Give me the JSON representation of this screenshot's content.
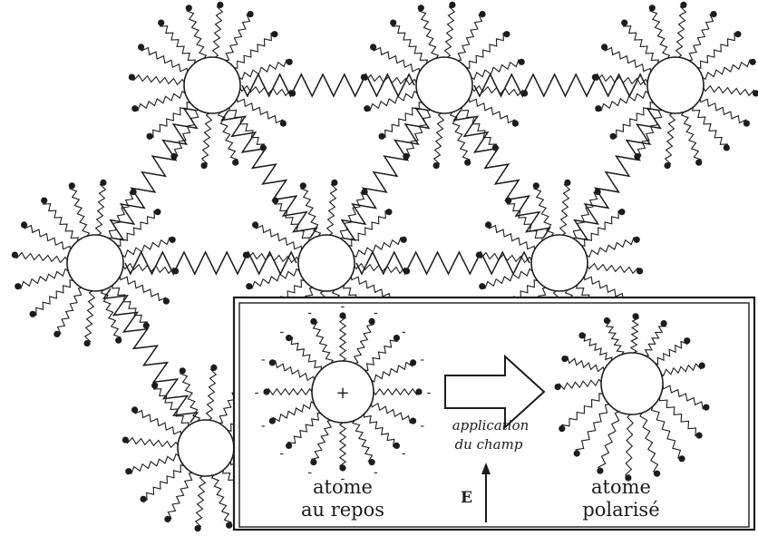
{
  "colors": {
    "ink": "#1c1c1c",
    "paper": "#ffffff"
  },
  "inset": {
    "left_label_line1": "atome",
    "left_label_line2": "au repos",
    "right_label_line1": "atome",
    "right_label_line2": "polarisé",
    "arrow_label_line1": "application",
    "arrow_label_line2": "du champ",
    "field_label": "E",
    "nucleus_sign": "+",
    "electron_sign": "-"
  }
}
